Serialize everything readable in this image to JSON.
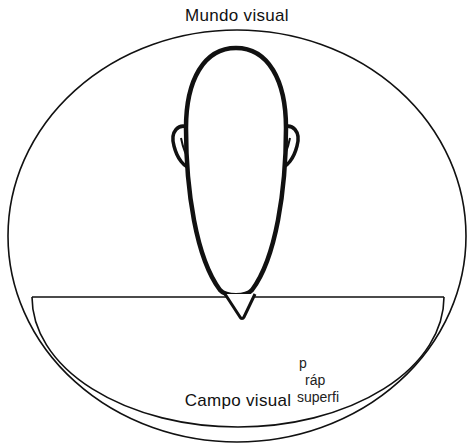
{
  "diagram": {
    "nodes": [
      {
        "text": [
          "Mundo visual"
        ]
      },
      {
        "text": [
          "Campo visual"
        ],
        "in": 0
      }
    ],
    "labels": [
      "p",
      "ráp",
      "superfi"
    ]
  }
}
